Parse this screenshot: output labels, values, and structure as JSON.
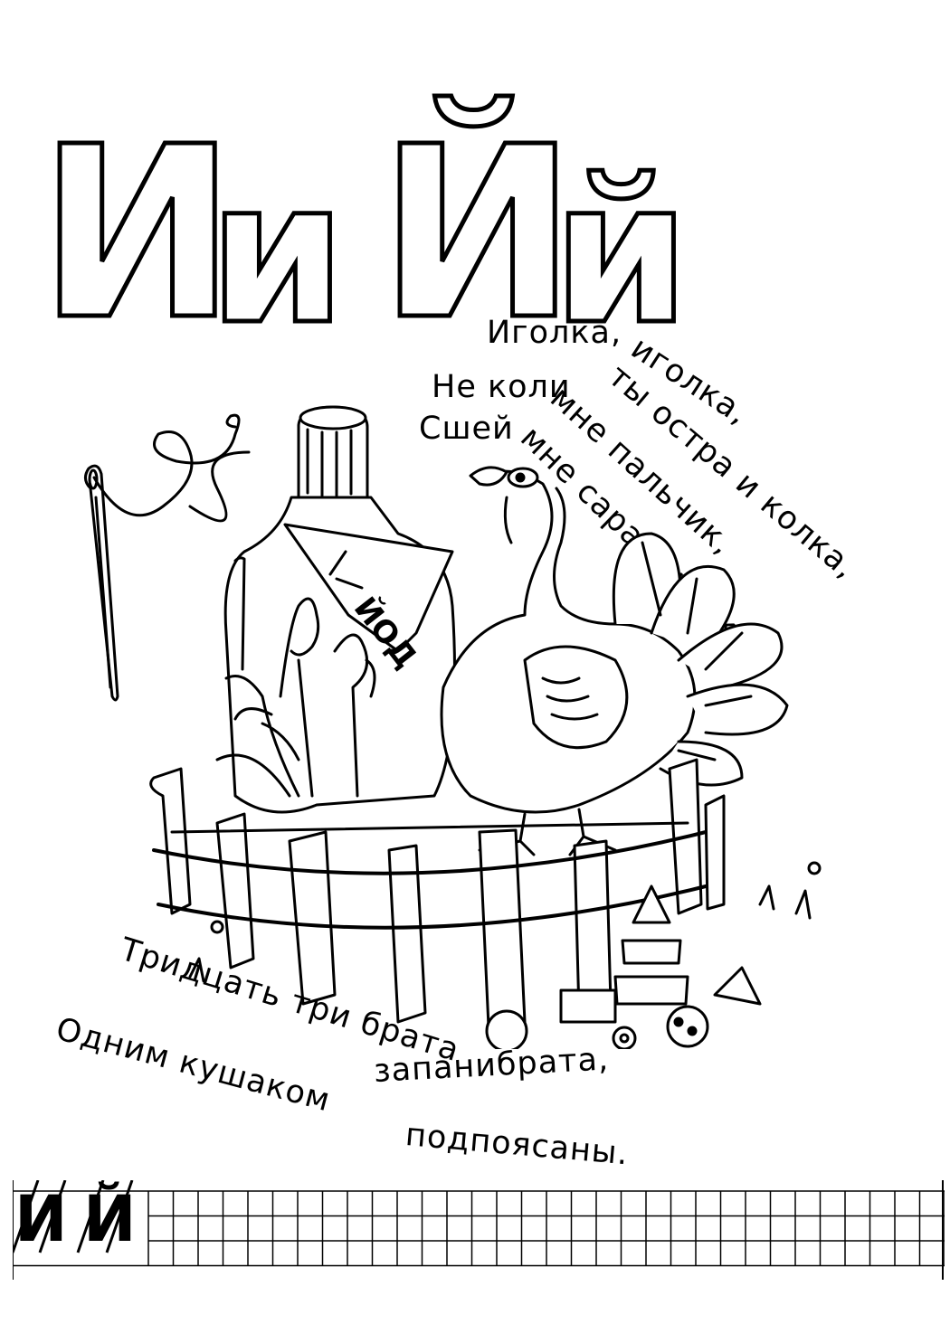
{
  "header": {
    "letters": [
      "И",
      "и",
      "Й",
      "й"
    ]
  },
  "riddle_1": {
    "lines": [
      "Иголка,",
      "иголка,",
      "ты остра и колка,",
      "Не коли",
      "мне пальчик,",
      "Сшей",
      "мне сарафанчик."
    ]
  },
  "riddle_2": {
    "lines": [
      "Тридцать три брата",
      "запанибрата,",
      "Одним кушаком",
      "подпоясаны."
    ]
  },
  "illustration": {
    "bottle_label": "ЙОД"
  },
  "writing_grid": {
    "sample_letters": [
      "И",
      "Й"
    ]
  }
}
